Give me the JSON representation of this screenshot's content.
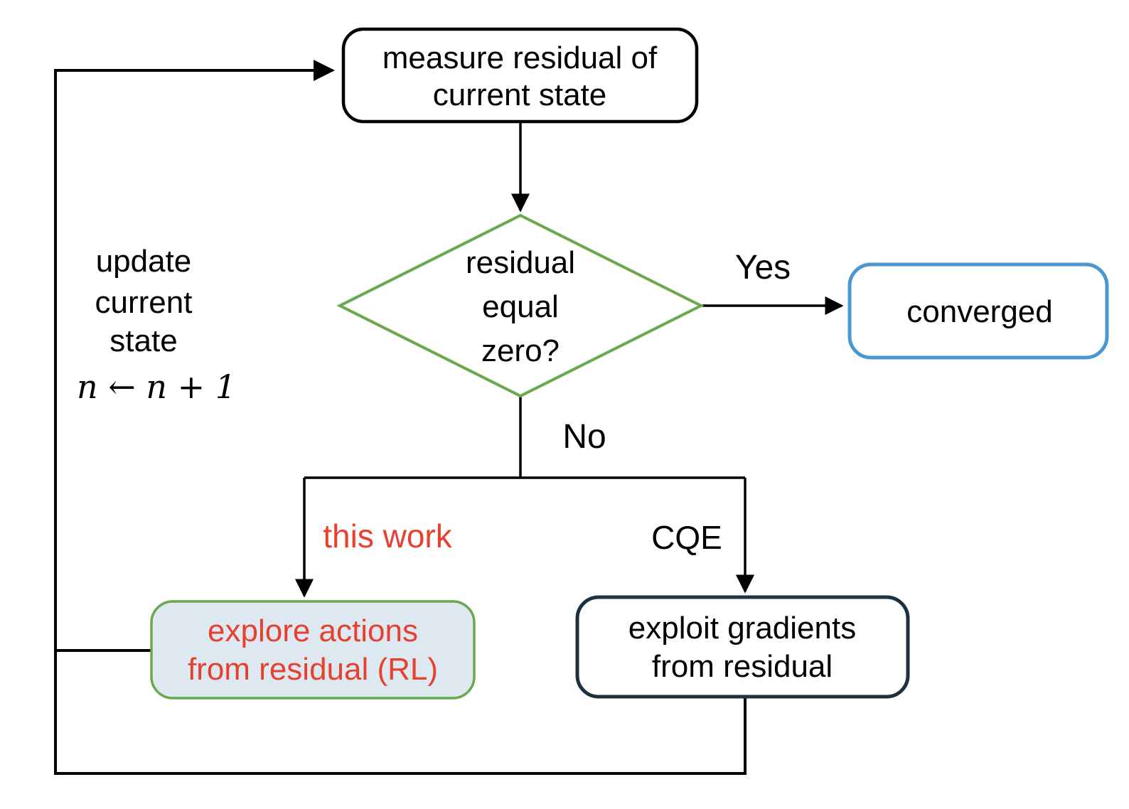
{
  "figure": {
    "nodes": {
      "measure": {
        "line1": "measure residual of",
        "line2": "current state"
      },
      "decision": {
        "line1": "residual",
        "line2": "equal",
        "line3": "zero?"
      },
      "converged": {
        "label": "converged"
      },
      "explore": {
        "line1": "explore actions",
        "line2": "from residual (RL)"
      },
      "exploit": {
        "line1": "exploit gradients",
        "line2": "from residual"
      }
    },
    "edge_labels": {
      "yes": "Yes",
      "no": "No",
      "this_work": "this work",
      "cqe": "CQE"
    },
    "side_note": {
      "line1": "update",
      "line2": "current",
      "line3": "state",
      "formula": "n ← n + 1"
    }
  },
  "colors": {
    "line": "#000000",
    "green": "#6aa84f",
    "blue": "#4a97d2",
    "navy": "#1c3242",
    "red": "#e8402f",
    "panel": "#dde8f1"
  }
}
